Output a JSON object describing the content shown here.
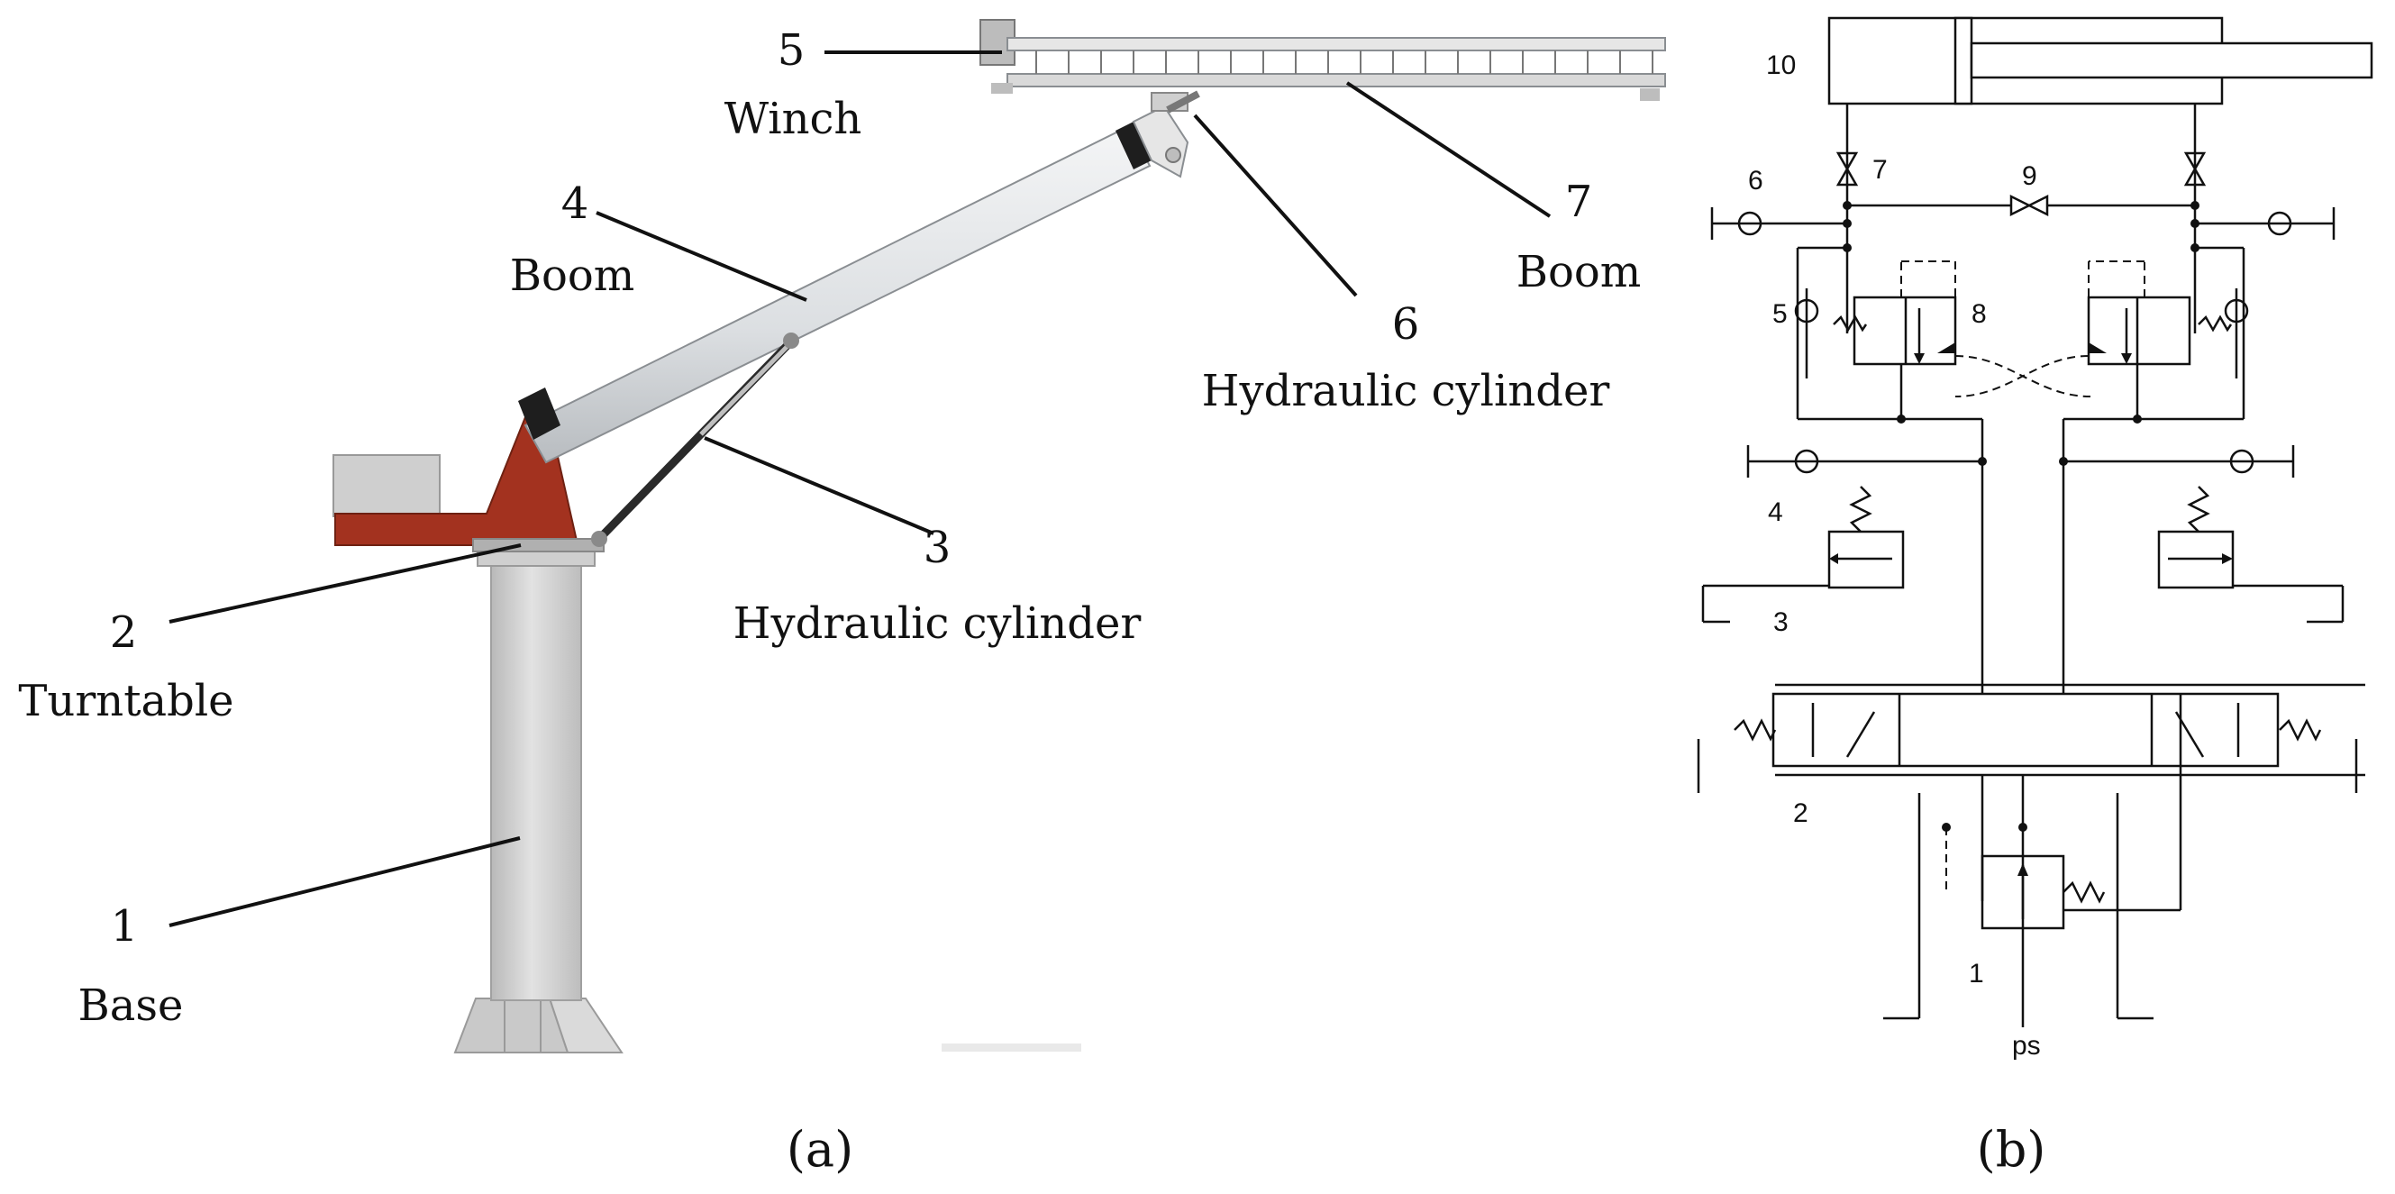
{
  "captions": {
    "a": "(a)",
    "b": "(b)"
  },
  "crane": {
    "labels": [
      {
        "id": "base",
        "num": "1",
        "name": "Base"
      },
      {
        "id": "turntable",
        "num": "2",
        "name": "Turntable"
      },
      {
        "id": "hcyl3",
        "num": "3",
        "name": "Hydraulic cylinder"
      },
      {
        "id": "boom4",
        "num": "4",
        "name": "Boom"
      },
      {
        "id": "winch",
        "num": "5",
        "name": "Winch"
      },
      {
        "id": "hcyl6",
        "num": "6",
        "name": "Hydraulic cylinder"
      },
      {
        "id": "boom7",
        "num": "7",
        "name": "Boom"
      }
    ],
    "colors": {
      "column": "#d3d3d3",
      "turntable": "#a3321f",
      "boom": "#e4e6e8",
      "cylinder": "#2a2a2a"
    }
  },
  "circuit": {
    "labels": {
      "n10": "10",
      "n7": "7",
      "n9": "9",
      "n6": "6",
      "n5": "5",
      "n8": "8",
      "n4": "4",
      "n3": "3",
      "n2": "2",
      "n1": "1",
      "ps": "ps"
    }
  }
}
